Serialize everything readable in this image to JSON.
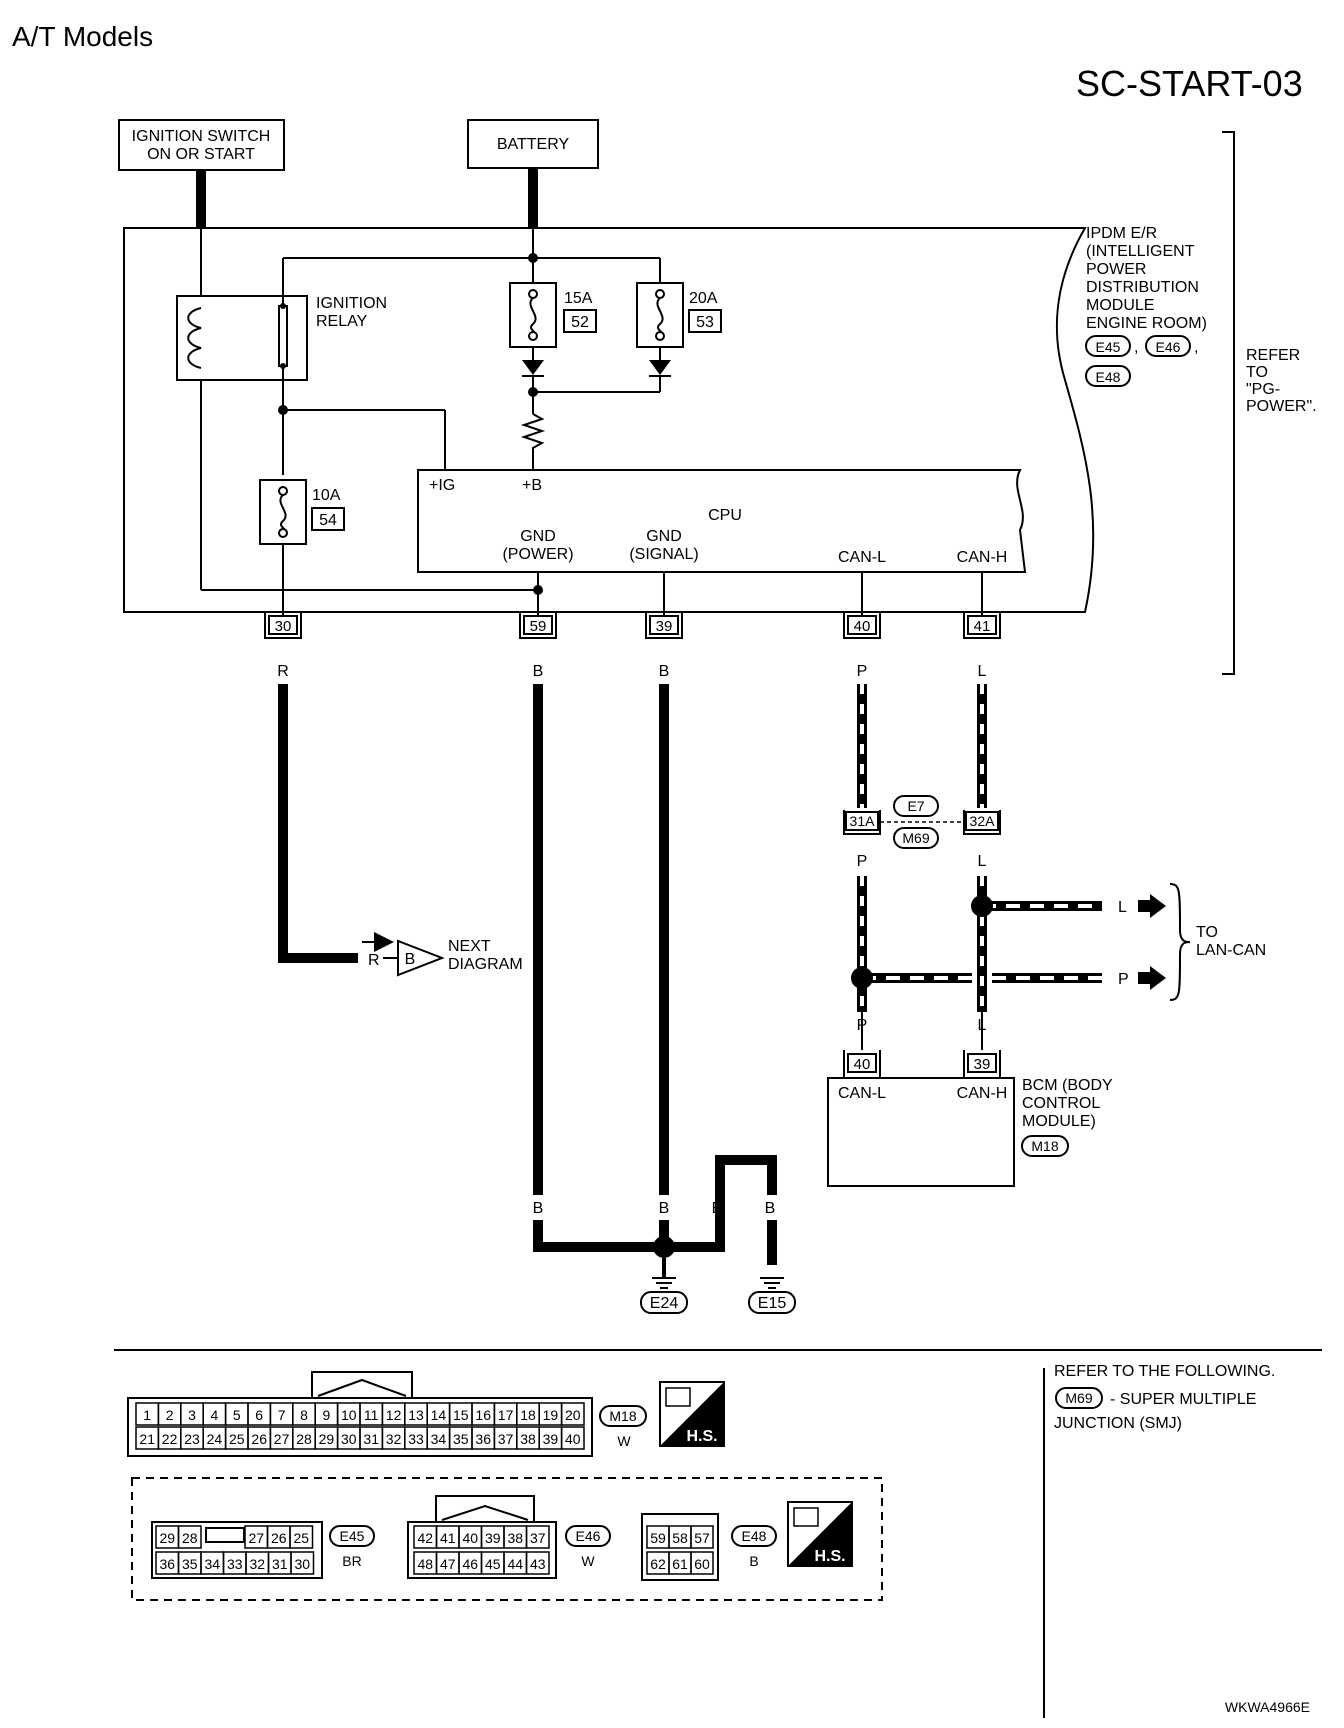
{
  "header": {
    "section": "A/T Models",
    "diagram_code": "SC-START-03"
  },
  "power": {
    "ignition_switch_l1": "IGNITION SWITCH",
    "ignition_switch_l2": "ON OR START",
    "battery": "BATTERY"
  },
  "ipdm": {
    "lines": [
      "IPDM E/R",
      "(INTELLIGENT",
      "POWER",
      "DISTRIBUTION",
      "MODULE",
      "ENGINE ROOM)"
    ],
    "connectors": [
      "E45",
      "E46",
      "E48"
    ],
    "comma": ",",
    "comma2": ","
  },
  "refer_pg": [
    "REFER",
    "TO",
    "\"PG-",
    "POWER\"."
  ],
  "relay": {
    "l1": "IGNITION",
    "l2": "RELAY"
  },
  "fuses": [
    {
      "amp": "15A",
      "num": "52"
    },
    {
      "amp": "20A",
      "num": "53"
    },
    {
      "amp": "10A",
      "num": "54"
    }
  ],
  "cpu": {
    "title": "CPU",
    "plus_ig": "+IG",
    "plus_b": "+B",
    "gnd_power_l1": "GND",
    "gnd_power_l2": "(POWER)",
    "gnd_signal_l1": "GND",
    "gnd_signal_l2": "(SIGNAL)",
    "can_l": "CAN-L",
    "can_h": "CAN-H"
  },
  "ipdm_pins": [
    "30",
    "59",
    "39",
    "40",
    "41"
  ],
  "wire_colors": {
    "r": "R",
    "b": "B",
    "p": "P",
    "l": "L"
  },
  "junction": {
    "pin_l": "31A",
    "pin_h": "32A",
    "conn_top": "E7",
    "conn_bottom": "M69"
  },
  "lan_can": {
    "l1": "TO",
    "l2": "LAN-CAN"
  },
  "next": {
    "arrow_letter": "B",
    "l1": "NEXT",
    "l2": "DIAGRAM"
  },
  "bcm": {
    "lines": [
      "BCM (BODY",
      "CONTROL",
      "MODULE)"
    ],
    "connector": "M18",
    "pin_l": "40",
    "pin_h": "39",
    "can_l": "CAN-L",
    "can_h": "CAN-H"
  },
  "grounds": [
    "E24",
    "E15"
  ],
  "connector_faces": {
    "m18": {
      "id": "M18",
      "color": "W",
      "row1": [
        "1",
        "2",
        "3",
        "4",
        "5",
        "6",
        "7",
        "8",
        "9",
        "10",
        "11",
        "12",
        "13",
        "14",
        "15",
        "16",
        "17",
        "18",
        "19",
        "20"
      ],
      "row2": [
        "21",
        "22",
        "23",
        "24",
        "25",
        "26",
        "27",
        "28",
        "29",
        "30",
        "31",
        "32",
        "33",
        "34",
        "35",
        "36",
        "37",
        "38",
        "39",
        "40"
      ]
    },
    "e45": {
      "id": "E45",
      "color": "BR",
      "row1": [
        "29",
        "28",
        "27",
        "26",
        "25"
      ],
      "row2": [
        "36",
        "35",
        "34",
        "33",
        "32",
        "31",
        "30"
      ]
    },
    "e46": {
      "id": "E46",
      "color": "W",
      "row1": [
        "42",
        "41",
        "40",
        "39",
        "38",
        "37"
      ],
      "row2": [
        "48",
        "47",
        "46",
        "45",
        "44",
        "43"
      ]
    },
    "e48": {
      "id": "E48",
      "color": "B",
      "row1": [
        "59",
        "58",
        "57"
      ],
      "row2": [
        "62",
        "61",
        "60"
      ]
    },
    "hs_label": "H.S."
  },
  "refer_following": {
    "l1": "REFER TO THE FOLLOWING.",
    "conn": "M69",
    "l2": "- SUPER MULTIPLE",
    "l3": "JUNCTION (SMJ)"
  },
  "figure_id": "WKWA4966E"
}
